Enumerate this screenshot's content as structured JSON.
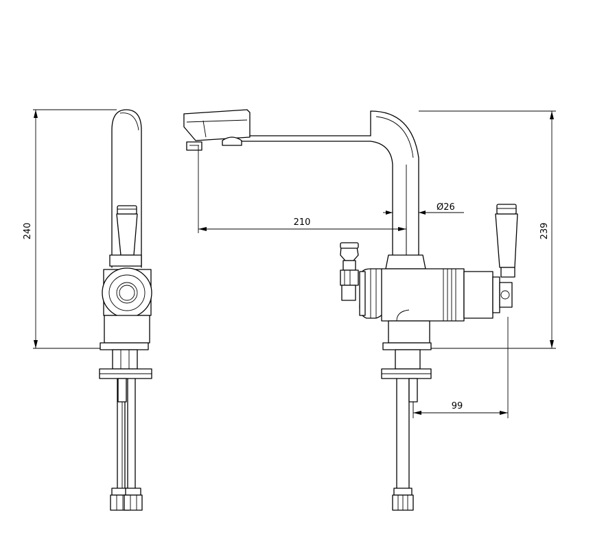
{
  "drawing": {
    "dimensions": {
      "front_height": "240",
      "side_height": "239",
      "spout_reach": "210",
      "spout_diameter": "Ø26",
      "outlet_offset": "99"
    }
  }
}
